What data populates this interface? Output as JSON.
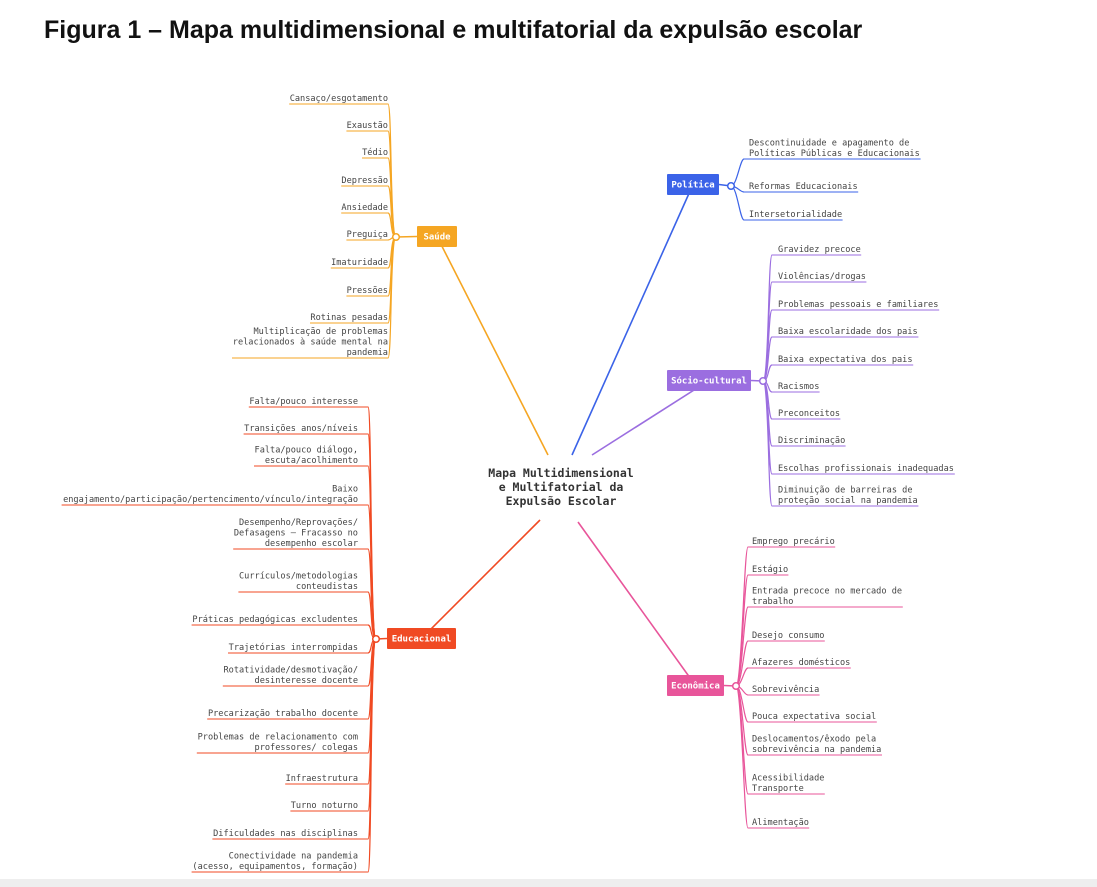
{
  "title": "Figura 1 – Mapa multidimensional e multifatorial da expulsão escolar",
  "center": [
    "Mapa Multidimensional",
    "e Multifatorial da",
    "Expulsão Escolar"
  ],
  "branches": [
    {
      "id": "saude",
      "label": "Saúde",
      "color": "#f5a623",
      "items": [
        [
          "Cansaço/esgotamento"
        ],
        [
          "Exaustão"
        ],
        [
          "Tédio"
        ],
        [
          "Depressão"
        ],
        [
          "Ansiedade"
        ],
        [
          "Preguiça"
        ],
        [
          "Imaturidade"
        ],
        [
          "Pressões"
        ],
        [
          "Rotinas pesadas"
        ],
        [
          "Multiplicação de problemas",
          "relacionados à saúde mental na",
          "pandemia"
        ]
      ]
    },
    {
      "id": "educacional",
      "label": "Educacional",
      "color": "#f04a23",
      "items": [
        [
          "Falta/pouco interesse"
        ],
        [
          "Transições anos/níveis"
        ],
        [
          "Falta/pouco diálogo,",
          "escuta/acolhimento"
        ],
        [
          "Baixo",
          "engajamento/participação/pertencimento/vínculo/integração"
        ],
        [
          "Desempenho/Reprovações/",
          "Defasagens – Fracasso no",
          "desempenho escolar"
        ],
        [
          "Currículos/metodologias",
          "conteudistas"
        ],
        [
          "Práticas pedagógicas excludentes"
        ],
        [
          "Trajetórias interrompidas"
        ],
        [
          "Rotatividade/desmotivação/",
          "desinteresse docente"
        ],
        [
          "Precarização trabalho docente"
        ],
        [
          "Problemas de relacionamento com",
          "professores/ colegas"
        ],
        [
          "Infraestrutura"
        ],
        [
          "Turno noturno"
        ],
        [
          "Dificuldades nas disciplinas"
        ],
        [
          "Conectividade na pandemia",
          "(acesso, equipamentos, formação)"
        ]
      ]
    },
    {
      "id": "politica",
      "label": "Política",
      "color": "#3b63e8",
      "items": [
        [
          "Descontinuidade e apagamento de",
          "Políticas Públicas e Educacionais"
        ],
        [
          "Reformas Educacionais"
        ],
        [
          "Intersetorialidade"
        ]
      ]
    },
    {
      "id": "sociocultural",
      "label": "Sócio-cultural",
      "color": "#9b6ee0",
      "items": [
        [
          "Gravidez precoce"
        ],
        [
          "Violências/drogas"
        ],
        [
          "Problemas pessoais e familiares"
        ],
        [
          "Baixa escolaridade dos pais"
        ],
        [
          "Baixa expectativa dos pais"
        ],
        [
          "Racismos"
        ],
        [
          "Preconceitos"
        ],
        [
          "Discriminação"
        ],
        [
          "Escolhas profissionais inadequadas"
        ],
        [
          "Diminuição de barreiras de",
          "proteção social na pandemia"
        ]
      ]
    },
    {
      "id": "economica",
      "label": "Econômica",
      "color": "#e8559a",
      "items": [
        [
          "Emprego precário"
        ],
        [
          "Estágio"
        ],
        [
          "Entrada precoce no mercado de",
          "trabalho"
        ],
        [
          "Desejo consumo"
        ],
        [
          "Afazeres domésticos"
        ],
        [
          "Sobrevivência"
        ],
        [
          "Pouca expectativa social"
        ],
        [
          "Deslocamentos/êxodo pela",
          "sobrevivência na pandemia"
        ],
        [
          "Acessibilidade",
          "Transporte"
        ],
        [
          "Alimentação"
        ]
      ]
    }
  ]
}
